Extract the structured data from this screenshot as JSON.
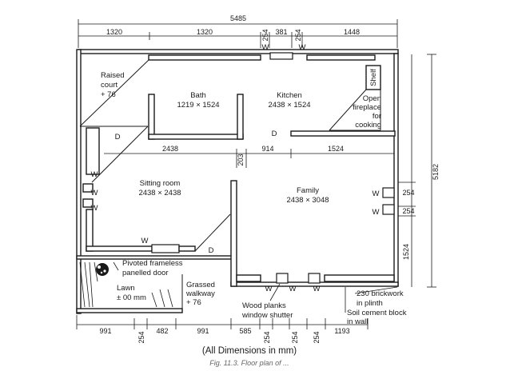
{
  "top_dims": {
    "overall": "5485",
    "segments": [
      "1320",
      "1320",
      "254",
      "381",
      "254",
      "1448"
    ]
  },
  "right_dims": {
    "overall": "5182",
    "upper": "254",
    "lower": "254",
    "bottom": "1524"
  },
  "bottom_dims": [
    "991",
    "254",
    "482",
    "991",
    "585",
    "254",
    "254",
    "254",
    "1193"
  ],
  "inner_dims": {
    "left": "2438",
    "middle": "914",
    "right": "1524",
    "wall": "203"
  },
  "rooms": {
    "raised_court": [
      "Raised",
      "court",
      "+ 76"
    ],
    "bath": [
      "Bath",
      "1219 × 1524"
    ],
    "kitchen": [
      "Kitchen",
      "2438 × 1524"
    ],
    "shelf": "Shelf",
    "fireplace": [
      "Open",
      "fireplace",
      "for",
      "cooking"
    ],
    "sitting": [
      "Sitting room",
      "2438 × 2438"
    ],
    "family": [
      "Family",
      "2438 × 3048"
    ],
    "lawn": [
      "Lawn",
      "± 00 mm"
    ],
    "grassed": [
      "Grassed",
      "walkway",
      "+ 76"
    ]
  },
  "markers": {
    "door": "D",
    "window": "W"
  },
  "notes": {
    "door_note": [
      "Pivoted frameless",
      "panelled door"
    ],
    "planks": [
      "Wood planks",
      "window shutter"
    ],
    "brick": [
      "230 brickwork",
      "in plinth"
    ],
    "soil": [
      "Soil cement block",
      "in wall"
    ]
  },
  "footer": "(All Dimensions in mm)",
  "caption": "Fig. 11.3. Floor plan of ..."
}
